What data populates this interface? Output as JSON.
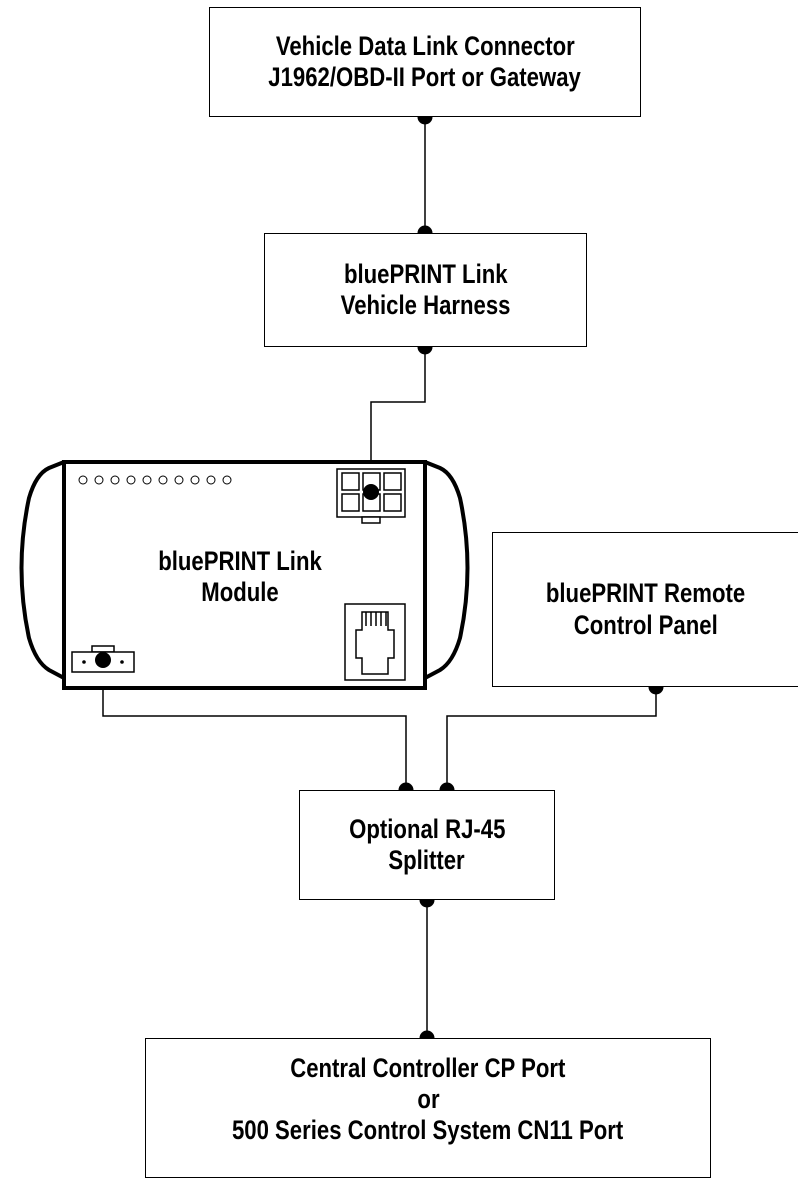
{
  "boxes": {
    "dlc": {
      "line1": "Vehicle Data Link Connector",
      "line2": "J1962/OBD-II Port or Gateway"
    },
    "harness": {
      "line1": "bluePRINT Link",
      "line2": "Vehicle Harness"
    },
    "module": {
      "line1": "bluePRINT Link",
      "line2": "Module"
    },
    "remote": {
      "line1": "bluePRINT Remote",
      "line2": "Control Panel"
    },
    "splitter": {
      "line1": "Optional RJ-45",
      "line2": "Splitter"
    },
    "controller": {
      "line1": "Central Controller CP Port",
      "line2": "or",
      "line3": "500 Series Control System CN11 Port"
    }
  }
}
